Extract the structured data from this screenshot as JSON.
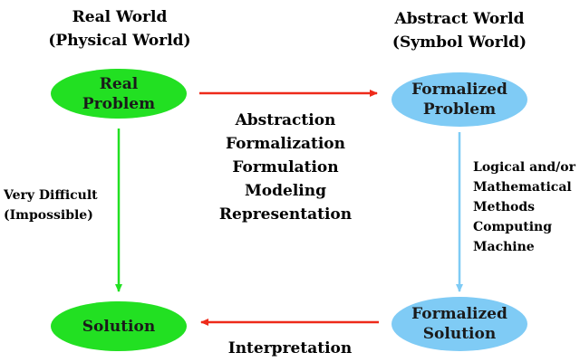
{
  "headers": {
    "left": [
      "Real World",
      "(Physical World)"
    ],
    "right": [
      "Abstract World",
      "(Symbol World)"
    ]
  },
  "nodes": {
    "real_problem": [
      "Real",
      "Problem"
    ],
    "formalized_problem": [
      "Formalized",
      "Problem"
    ],
    "solution": [
      "Solution"
    ],
    "formalized_solution": [
      "Formalized",
      "Solution"
    ]
  },
  "labels": {
    "top_arrow": [
      "Abstraction",
      "Formalization",
      "Formulation",
      "Modeling",
      "Representation"
    ],
    "left_arrow": [
      "Very Difficult",
      "(Impossible)"
    ],
    "right_arrow": [
      "Logical and/or",
      "Mathematical",
      "Methods",
      "Computing",
      "Machine"
    ],
    "bottom_arrow": "Interpretation"
  },
  "colors": {
    "real_node": "#22e022",
    "formal_node": "#7fcbf5",
    "red_arrow": "#ee2a1a",
    "green_arrow": "#22e022",
    "blue_arrow": "#7fcbf5"
  }
}
